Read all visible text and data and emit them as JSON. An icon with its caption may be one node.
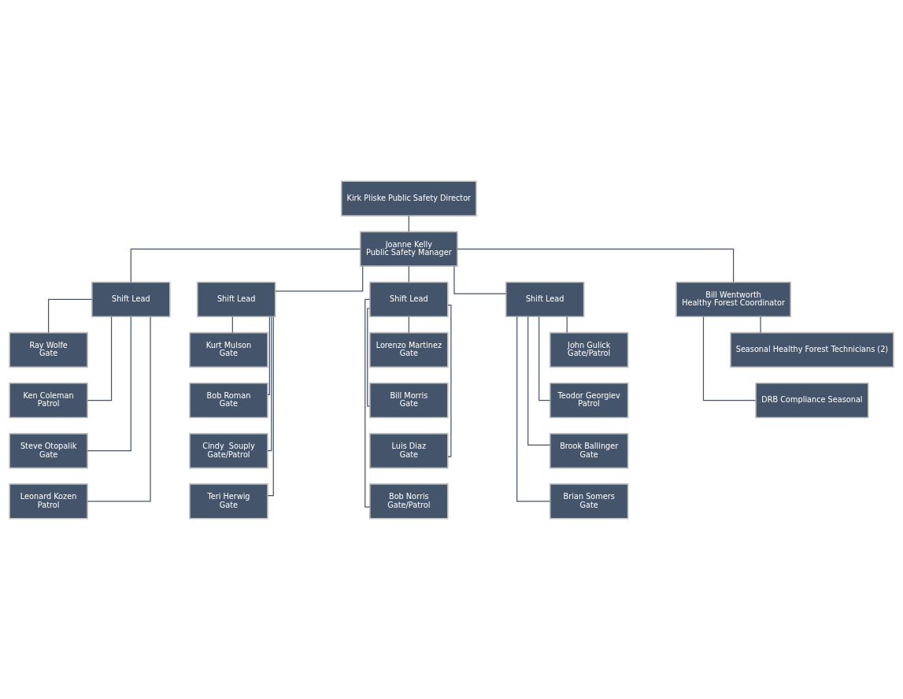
{
  "diagram": {
    "nodes": [
      {
        "text": [
          "Kirk Pliske Public Safety Director"
        ]
      },
      {
        "text": [
          "Joanne Kelly",
          "Public Safety Manager"
        ]
      },
      {
        "text": [
          "Shift Lead"
        ]
      },
      {
        "text": [
          "Shift Lead"
        ]
      },
      {
        "text": [
          "Shift Lead"
        ]
      },
      {
        "text": [
          "Shift Lead"
        ]
      },
      {
        "text": [
          "Bill Wentworth",
          "Healthy Forest Coordinator"
        ]
      },
      {
        "text": [
          "Ray Wolfe",
          "Gate"
        ]
      },
      {
        "text": [
          "Ken Coleman",
          "Patrol"
        ]
      },
      {
        "text": [
          "Steve Otopalik",
          "Gate"
        ]
      },
      {
        "text": [
          "Leonard Kozen",
          "Patrol"
        ]
      },
      {
        "text": [
          "Kurt Mulson",
          "Gate"
        ]
      },
      {
        "text": [
          "Bob Roman",
          "Gate"
        ]
      },
      {
        "text": [
          "Cindy  Souply",
          "Gate/Patrol"
        ]
      },
      {
        "text": [
          "Teri Herwig",
          "Gate"
        ]
      },
      {
        "text": [
          "Lorenzo Martinez",
          "Gate"
        ]
      },
      {
        "text": [
          "Bill Morris",
          "Gate"
        ]
      },
      {
        "text": [
          "Luis Diaz",
          "Gate"
        ]
      },
      {
        "text": [
          "Bob Norris",
          "Gate/Patrol"
        ]
      },
      {
        "text": [
          "John Gulick",
          "Gate/Patrol"
        ]
      },
      {
        "text": [
          "Teodor Georgiev",
          "Patrol"
        ]
      },
      {
        "text": [
          "Brook Ballinger",
          "Gate"
        ]
      },
      {
        "text": [
          "Brian Somers",
          "Gate"
        ]
      },
      {
        "text": [
          "Seasonal Healthy Forest Technicians (2)"
        ]
      },
      {
        "text": [
          "DRB Compliance Seasonal"
        ]
      }
    ],
    "edges": [
      {
        "from": 0,
        "to": 1,
        "arrow": "none"
      },
      {
        "from": 1,
        "to": 2,
        "arrow": "none"
      },
      {
        "from": 1,
        "to": 3,
        "arrow": "none"
      },
      {
        "from": 1,
        "to": 4,
        "arrow": "none"
      },
      {
        "from": 1,
        "to": 5,
        "arrow": "none"
      },
      {
        "from": 1,
        "to": 6,
        "arrow": "none"
      },
      {
        "from": 2,
        "to": 7,
        "arrow": "none"
      },
      {
        "from": 2,
        "to": 8,
        "arrow": "none"
      },
      {
        "from": 2,
        "to": 9,
        "arrow": "none"
      },
      {
        "from": 2,
        "to": 10,
        "arrow": "none"
      },
      {
        "from": 3,
        "to": 11,
        "arrow": "none"
      },
      {
        "from": 3,
        "to": 12,
        "arrow": "none"
      },
      {
        "from": 3,
        "to": 13,
        "arrow": "none"
      },
      {
        "from": 3,
        "to": 14,
        "arrow": "none"
      },
      {
        "from": 4,
        "to": 15,
        "arrow": "none"
      },
      {
        "from": 4,
        "to": 16,
        "arrow": "none"
      },
      {
        "from": 4,
        "to": 17,
        "arrow": "none"
      },
      {
        "from": 4,
        "to": 18,
        "arrow": "none"
      },
      {
        "from": 5,
        "to": 19,
        "arrow": "none"
      },
      {
        "from": 5,
        "to": 20,
        "arrow": "none"
      },
      {
        "from": 5,
        "to": 21,
        "arrow": "none"
      },
      {
        "from": 5,
        "to": 22,
        "arrow": "none"
      },
      {
        "from": 6,
        "to": 23,
        "arrow": "none"
      },
      {
        "from": 6,
        "to": 24,
        "arrow": "none"
      }
    ]
  }
}
